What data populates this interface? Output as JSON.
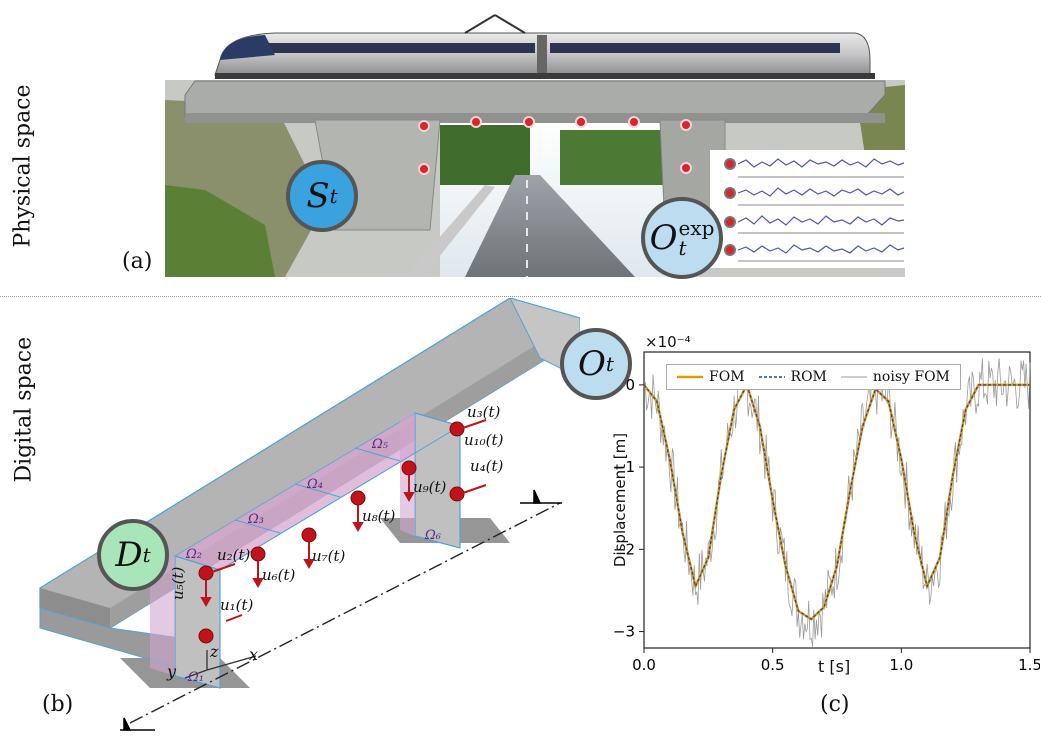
{
  "labels": {
    "physical_space": "Physical space",
    "digital_space": "Digital space",
    "panel_a": "(a)",
    "panel_b": "(b)",
    "panel_c": "(c)"
  },
  "badges": {
    "state": {
      "base": "S",
      "sub": "t",
      "color": "#3aa3df"
    },
    "observation_exp": {
      "base": "O",
      "sub": "t",
      "sup": "exp",
      "color": "#bcdcf0"
    },
    "observation": {
      "base": "O",
      "sub": "t",
      "color": "#bcdcf0"
    },
    "digital_state": {
      "base": "D",
      "sub": "t",
      "color": "#a8e6b9"
    }
  },
  "diagram": {
    "subdomains": [
      "Ω₁",
      "Ω₂",
      "Ω₃",
      "Ω₄",
      "Ω₅",
      "Ω₆"
    ],
    "sensors": [
      "u₁(t)",
      "u₂(t)",
      "u₃(t)",
      "u₄(t)",
      "u₅(t)",
      "u₆(t)",
      "u₇(t)",
      "u₈(t)",
      "u₉(t)",
      "u₁₀(t)"
    ],
    "axes": [
      "x",
      "y",
      "z"
    ]
  },
  "chart_data": {
    "type": "line",
    "xlabel": "t [s]",
    "ylabel": "Displacement [m]",
    "exponent_label": "×10⁻⁴",
    "xlim": [
      0.0,
      1.5
    ],
    "ylim": [
      -3.2,
      0.4
    ],
    "xticks": [
      "0.0",
      "0.5",
      "1.0",
      "1.5"
    ],
    "yticks": [
      "0",
      "−1",
      "−2",
      "−3"
    ],
    "legend": [
      "FOM",
      "ROM",
      "noisy FOM"
    ],
    "colors": {
      "FOM": "#e39b00",
      "ROM": "#1f3fbf",
      "noisy": "#9a9a9a"
    },
    "x": [
      0.0,
      0.05,
      0.1,
      0.15,
      0.2,
      0.25,
      0.3,
      0.35,
      0.4,
      0.45,
      0.5,
      0.55,
      0.6,
      0.65,
      0.7,
      0.75,
      0.8,
      0.85,
      0.9,
      0.95,
      1.0,
      1.05,
      1.1,
      1.15,
      1.2,
      1.25,
      1.3,
      1.35,
      1.4,
      1.45,
      1.5
    ],
    "series": [
      {
        "name": "FOM",
        "values": [
          0.0,
          -0.2,
          -0.9,
          -1.8,
          -2.45,
          -2.1,
          -1.1,
          -0.3,
          0.0,
          -0.5,
          -1.4,
          -2.2,
          -2.75,
          -2.85,
          -2.7,
          -2.2,
          -1.3,
          -0.5,
          -0.05,
          -0.2,
          -0.9,
          -1.8,
          -2.45,
          -2.1,
          -1.1,
          -0.3,
          0.0,
          0.0,
          0.0,
          0.0,
          0.0
        ]
      },
      {
        "name": "ROM",
        "values": [
          0.0,
          -0.2,
          -0.9,
          -1.8,
          -2.45,
          -2.1,
          -1.1,
          -0.3,
          0.0,
          -0.5,
          -1.4,
          -2.2,
          -2.75,
          -2.85,
          -2.7,
          -2.2,
          -1.3,
          -0.5,
          -0.05,
          -0.2,
          -0.9,
          -1.8,
          -2.45,
          -2.1,
          -1.1,
          -0.3,
          0.0,
          0.0,
          0.0,
          0.0,
          0.0
        ]
      }
    ]
  }
}
